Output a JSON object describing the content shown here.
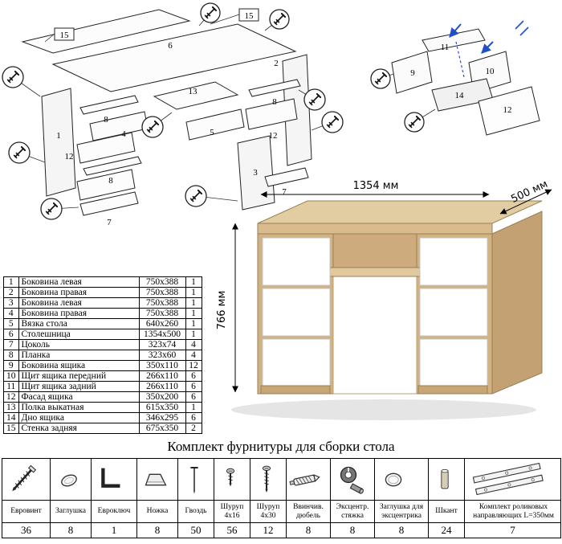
{
  "hardware_title": "Комплект фурнитуры для сборки стола",
  "desk_dims": {
    "width": "1354 мм",
    "depth": "500 мм",
    "height": "766 мм"
  },
  "diagram_main": {
    "labels": [
      "15",
      "15",
      "6",
      "2",
      "1",
      "8",
      "4",
      "12",
      "8",
      "7",
      "13",
      "5",
      "8",
      "12",
      "3",
      "7"
    ]
  },
  "diagram_drawer": {
    "labels": [
      "11",
      "9",
      "10",
      "14",
      "12"
    ]
  },
  "parts_table": {
    "rows": [
      {
        "num": "1",
        "name": "Боковина левая",
        "size": "750х388",
        "qty": "1"
      },
      {
        "num": "2",
        "name": "Боковина правая",
        "size": "750х388",
        "qty": "1"
      },
      {
        "num": "3",
        "name": "Боковина левая",
        "size": "750х388",
        "qty": "1"
      },
      {
        "num": "4",
        "name": "Боковина правая",
        "size": "750х388",
        "qty": "1"
      },
      {
        "num": "5",
        "name": "Вязка стола",
        "size": "640х260",
        "qty": "1"
      },
      {
        "num": "6",
        "name": "Столешница",
        "size": "1354х500",
        "qty": "1"
      },
      {
        "num": "7",
        "name": "Цоколь",
        "size": "323х74",
        "qty": "4"
      },
      {
        "num": "8",
        "name": "Планка",
        "size": "323х60",
        "qty": "4"
      },
      {
        "num": "9",
        "name": "Боковина ящика",
        "size": "350х110",
        "qty": "12"
      },
      {
        "num": "10",
        "name": "Щит ящика передний",
        "size": "266х110",
        "qty": "6"
      },
      {
        "num": "11",
        "name": "Щит ящика задний",
        "size": "266х110",
        "qty": "6"
      },
      {
        "num": "12",
        "name": "Фасад ящика",
        "size": "350х200",
        "qty": "6"
      },
      {
        "num": "13",
        "name": "Полка выкатная",
        "size": "615х350",
        "qty": "1"
      },
      {
        "num": "14",
        "name": "Дно ящика",
        "size": "346х295",
        "qty": "6"
      },
      {
        "num": "15",
        "name": "Стенка задняя",
        "size": "675х350",
        "qty": "2"
      }
    ]
  },
  "hardware": {
    "items": [
      {
        "name": "Евровинт",
        "qty": "36",
        "icon": "euroscrew-icon"
      },
      {
        "name": "Заглушка",
        "qty": "8",
        "icon": "plug-icon"
      },
      {
        "name": "Евроключ",
        "qty": "1",
        "icon": "hexkey-icon"
      },
      {
        "name": "Ножка",
        "qty": "8",
        "icon": "leg-icon"
      },
      {
        "name": "Гвоздь",
        "qty": "50",
        "icon": "nail-icon"
      },
      {
        "name": "Шуруп 4х16",
        "qty": "56",
        "icon": "screw-short-icon"
      },
      {
        "name": "Шуруп 4х30",
        "qty": "12",
        "icon": "screw-long-icon"
      },
      {
        "name": "Ввинчив. дюбель",
        "qty": "8",
        "icon": "dowel-screw-icon"
      },
      {
        "name": "Эксцентр. стяжка",
        "qty": "8",
        "icon": "cam-lock-icon"
      },
      {
        "name": "Заглушка для эксцентрика",
        "qty": "8",
        "icon": "cam-cap-icon"
      },
      {
        "name": "Шкант",
        "qty": "24",
        "icon": "wood-dowel-icon"
      },
      {
        "name": "Комплект роликовых направляющих L=350мм",
        "qty": "7",
        "icon": "roller-guides-icon"
      }
    ]
  }
}
